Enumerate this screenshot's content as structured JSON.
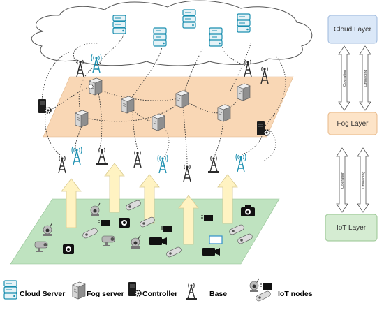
{
  "layers": {
    "cloud": "Cloud Layer",
    "fog": "Fog Layer",
    "iot": "IoT Layer"
  },
  "side_arrows": {
    "upper_left": "Operation",
    "upper_right": "Offloading",
    "lower_left": "Operation",
    "lower_right": "Offloading"
  },
  "legend": {
    "cloud_server": "Cloud Server",
    "fog_server": "Fog server",
    "controller": "Controller",
    "base": "Base",
    "iot_nodes": "IoT nodes"
  },
  "colors": {
    "cloud_layer_fill": "#dbe8f8",
    "cloud_layer_stroke": "#9db8dc",
    "fog_layer_fill": "#fde4c8",
    "fog_layer_stroke": "#e8b888",
    "iot_layer_fill": "#d5ecd2",
    "iot_layer_stroke": "#97c490",
    "fog_plane": "#f9d7b5",
    "iot_plane": "#bfe3c0",
    "up_arrow": "#fff3c2",
    "server_teal": "#1b8fb0",
    "tower": "#2a2a2a",
    "tower_teal": "#1b8fb0"
  },
  "icons": {
    "cloud_server": "cloud-server-icon",
    "fog_server": "fog-server-icon",
    "controller": "controller-icon",
    "base": "base-tower-icon",
    "iot": "iot-device-icon"
  }
}
